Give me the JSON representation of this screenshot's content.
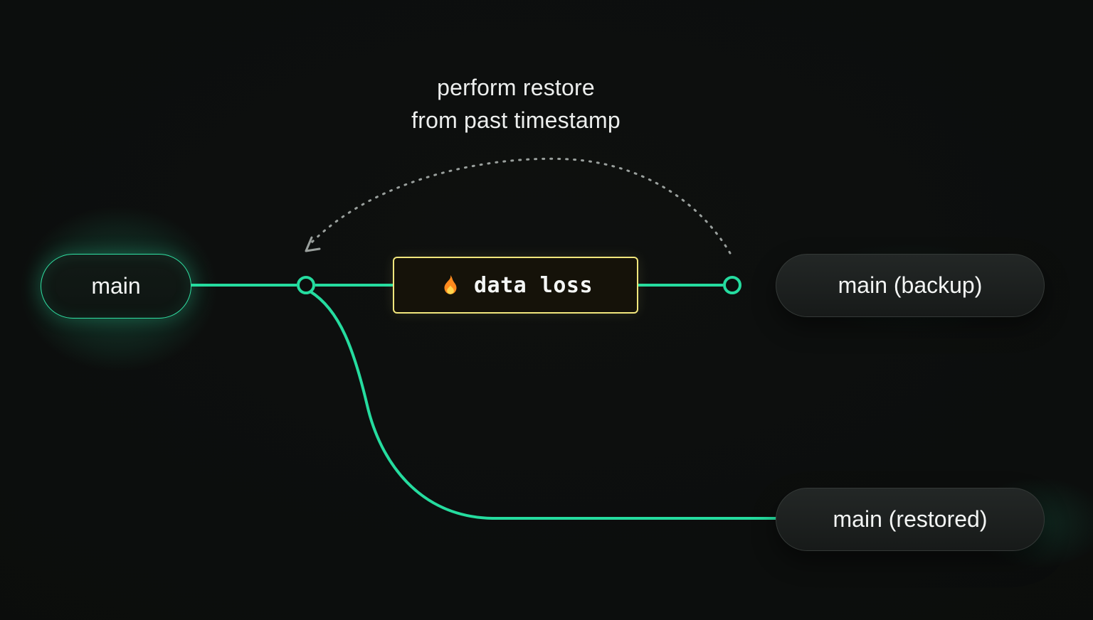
{
  "diagram": {
    "caption": {
      "line1": "perform restore",
      "line2": "from past timestamp"
    },
    "nodes": {
      "main": {
        "label": "main"
      },
      "backup": {
        "label": "main (backup)"
      },
      "restored": {
        "label": "main (restored)"
      }
    },
    "event": {
      "label": "data loss",
      "icon": "fire-icon"
    },
    "colors": {
      "accent_green": "#2ee6a8",
      "event_border": "#f1e67c",
      "dashed_arrow": "#9aa09d",
      "node_fill": "#1c201e",
      "background": "#0c0e0d",
      "text": "#eceeed"
    }
  }
}
